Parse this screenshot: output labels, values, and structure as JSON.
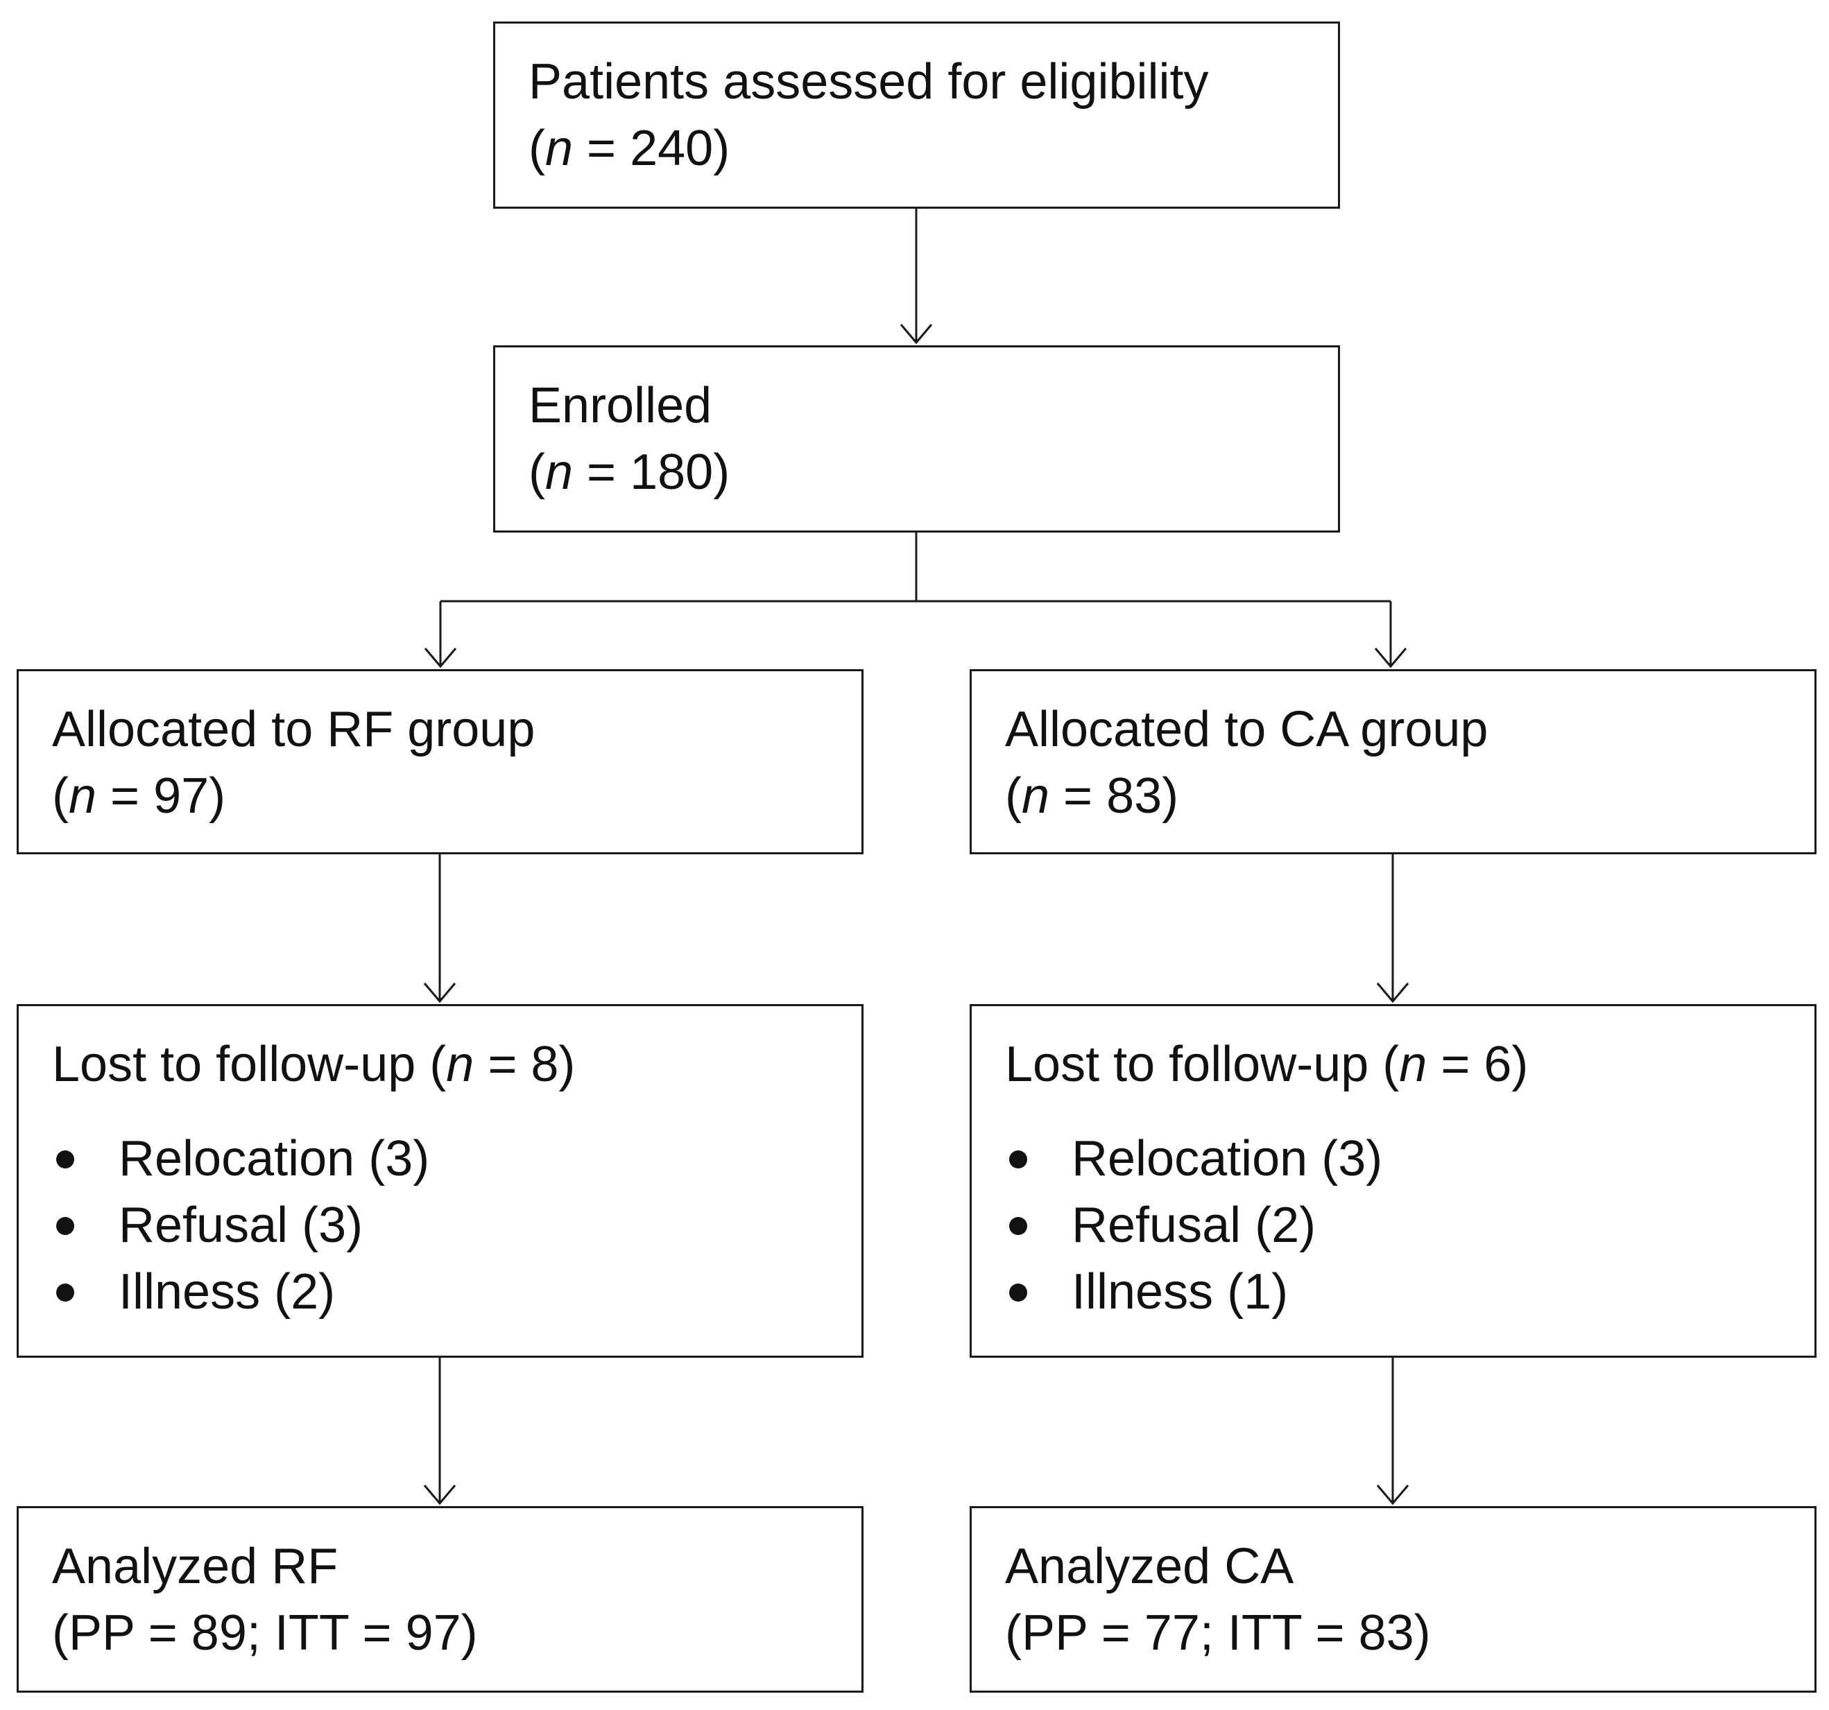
{
  "eligibility": {
    "title": "Patients assessed for eligibility",
    "count_prefix": "(",
    "n_symbol": "n",
    "count_suffix": " = 240)"
  },
  "enrolled": {
    "title": "Enrolled",
    "count_prefix": "(",
    "n_symbol": "n",
    "count_suffix": " = 180)"
  },
  "allocation": {
    "rf": {
      "title": "Allocated to RF group",
      "count_prefix": "(",
      "n_symbol": "n",
      "count_suffix": " = 97)"
    },
    "ca": {
      "title": "Allocated to CA group",
      "count_prefix": "(",
      "n_symbol": "n",
      "count_suffix": " = 83)"
    }
  },
  "lost": {
    "rf": {
      "title_prefix": "Lost to follow-up (",
      "n_symbol": "n",
      "title_suffix": " = 8)",
      "reasons": [
        "Relocation (3)",
        "Refusal (3)",
        "Illness (2)"
      ]
    },
    "ca": {
      "title_prefix": "Lost to follow-up (",
      "n_symbol": "n",
      "title_suffix": " = 6)",
      "reasons": [
        "Relocation (3)",
        "Refusal (2)",
        "Illness (1)"
      ]
    }
  },
  "analyzed": {
    "rf": {
      "title": "Analyzed RF",
      "detail": "(PP = 89; ITT = 97)"
    },
    "ca": {
      "title": "Analyzed CA",
      "detail": "(PP = 77; ITT = 83)"
    }
  },
  "colors": {
    "stroke": "#1a1a1a",
    "text": "#111111",
    "background": "#ffffff"
  }
}
